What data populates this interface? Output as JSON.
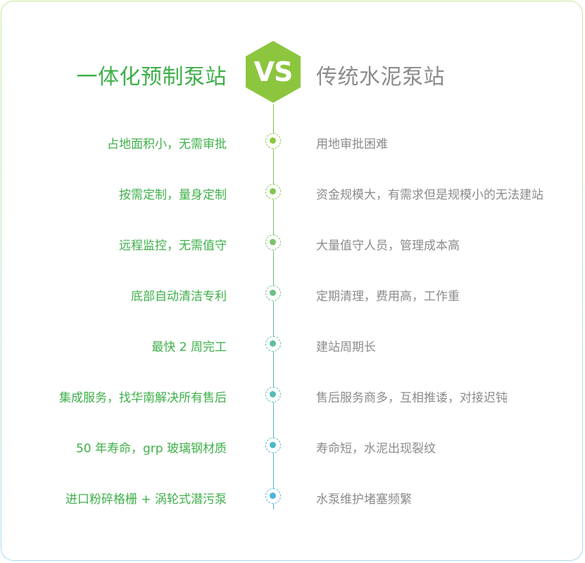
{
  "title_left": "一体化预制泵站",
  "vs_label": "VS",
  "title_right": "传统水泥泵站",
  "colors": {
    "left_text": "#3fb04a",
    "right_text": "#8c8c8c",
    "badge": "#8cc63f"
  },
  "rows": [
    {
      "left": "占地面积小，无需审批",
      "right": "用地审批困难",
      "dot_color": "#8cc63f"
    },
    {
      "left": "按需定制，量身定制",
      "right": "资金规模大，有需求但是规模小的无法建站",
      "dot_color": "#86c552"
    },
    {
      "left": "远程监控，无需值守",
      "right": "大量值守人员，管理成本高",
      "dot_color": "#7ac36b"
    },
    {
      "left": "底部自动清洁专利",
      "right": "定期清理，费用高，工作重",
      "dot_color": "#6cc187"
    },
    {
      "left": "最快 2 周完工",
      "right": "建站周期长",
      "dot_color": "#60bea0"
    },
    {
      "left": "集成服务，找华南解决所有售后",
      "right": "售后服务商多，互相推诿，对接迟钝",
      "dot_color": "#56bbb7"
    },
    {
      "left": "50 年寿命，grp 玻璃钢材质",
      "right": "寿命短，水泥出现裂纹",
      "dot_color": "#4eb8c9"
    },
    {
      "left": "进口粉碎格栅 + 涡轮式潜污泵",
      "right": "水泵维护堵塞频繁",
      "dot_color": "#4ab4dd"
    }
  ]
}
